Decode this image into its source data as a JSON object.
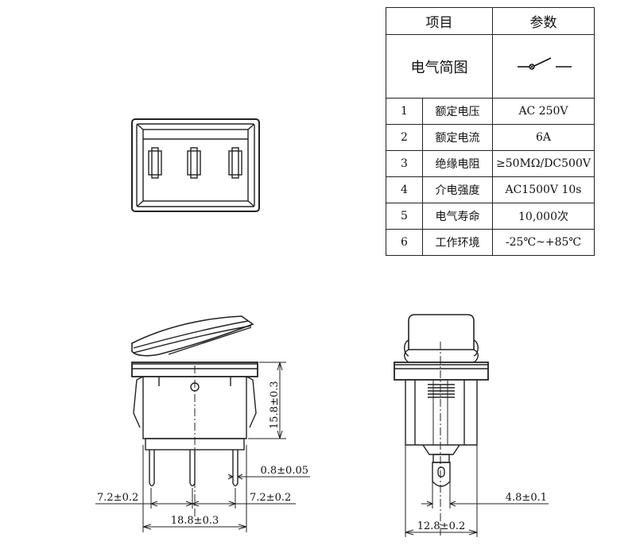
{
  "table": {
    "header": {
      "item": "项目",
      "param": "参数"
    },
    "diagram_label": "电气简图",
    "rows": [
      {
        "no": "1",
        "name": "额定电压",
        "value": "AC 250V"
      },
      {
        "no": "2",
        "name": "额定电流",
        "value": "6A"
      },
      {
        "no": "3",
        "name": "绝缘电阻",
        "value": "≥50MΩ/DC500V"
      },
      {
        "no": "4",
        "name": "介电强度",
        "value": "AC1500V 10s"
      },
      {
        "no": "5",
        "name": "电气寿命",
        "value": "10,000次"
      },
      {
        "no": "6",
        "name": "工作环境",
        "value": "-25℃~+85℃"
      }
    ]
  },
  "dimensions": {
    "height": "15.8±0.3",
    "pin_thickness": "0.8±0.05",
    "pin_spacing_left": "7.2±0.2",
    "pin_spacing_right": "7.2±0.2",
    "body_width": "18.8±0.3",
    "pin_width": "4.8±0.1",
    "side_width": "12.8±0.2"
  }
}
